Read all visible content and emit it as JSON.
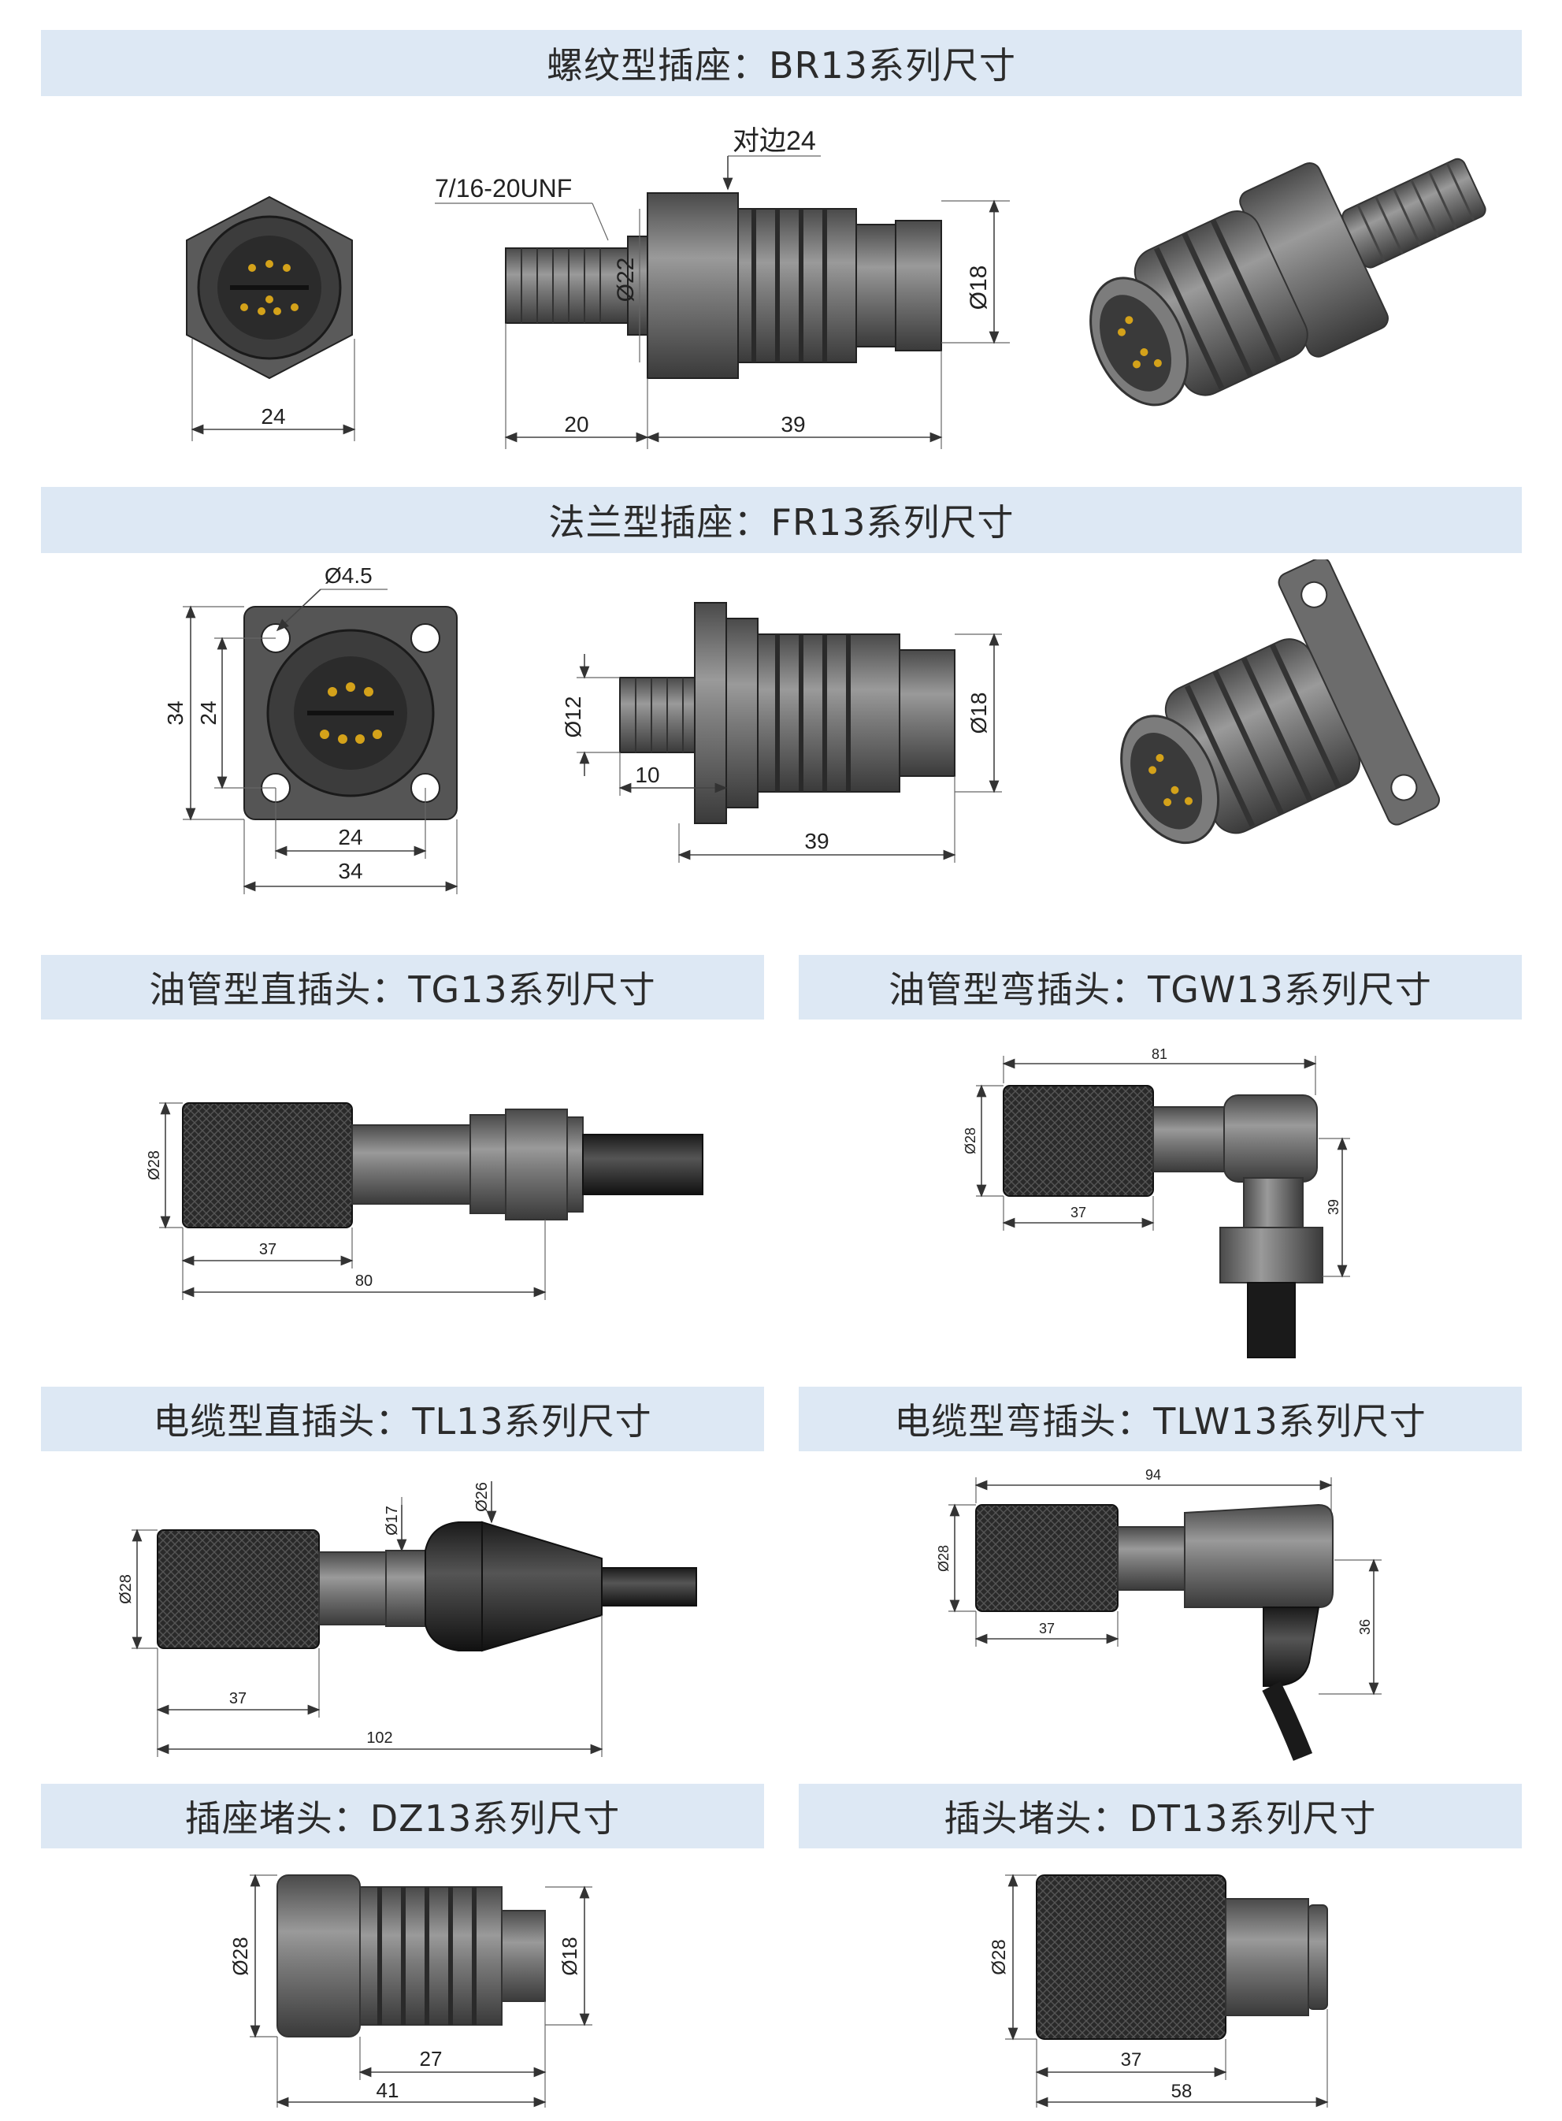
{
  "sections": {
    "br13": {
      "title": "螺纹型插座：BR13系列尺寸",
      "dims": {
        "hex_width": "24",
        "thread": "7/16-20UNF",
        "d22": "Ø22",
        "across_flats": "对边24",
        "d18": "Ø18",
        "len20": "20",
        "len39": "39"
      }
    },
    "fr13": {
      "title": "法兰型插座：FR13系列尺寸",
      "dims": {
        "hole": "Ø4.5",
        "outer_h": "34",
        "inner_h": "24",
        "inner_w": "24",
        "outer_w": "34",
        "d12": "Ø12",
        "d18": "Ø18",
        "len10": "10",
        "len39": "39"
      }
    },
    "tg13": {
      "title": "油管型直插头：TG13系列尺寸",
      "dims": {
        "d28": "Ø28",
        "len37": "37",
        "len80": "80"
      }
    },
    "tgw13": {
      "title": "油管型弯插头：TGW13系列尺寸",
      "dims": {
        "len81": "81",
        "d28": "Ø28",
        "len37": "37",
        "h39": "39"
      }
    },
    "tl13": {
      "title": "电缆型直插头：TL13系列尺寸",
      "dims": {
        "d28": "Ø28",
        "d17": "Ø17",
        "d26": "Ø26",
        "len37": "37",
        "len102": "102"
      }
    },
    "tlw13": {
      "title": "电缆型弯插头：TLW13系列尺寸",
      "dims": {
        "len94": "94",
        "d28": "Ø28",
        "len37": "37",
        "h36": "36"
      }
    },
    "dz13": {
      "title": "插座堵头：DZ13系列尺寸",
      "dims": {
        "d28": "Ø28",
        "d18": "Ø18",
        "len27": "27",
        "len41": "41"
      }
    },
    "dt13": {
      "title": "插头堵头：DT13系列尺寸",
      "dims": {
        "d28": "Ø28",
        "len37": "37",
        "len58": "58"
      }
    }
  },
  "colors": {
    "banner": "#dde8f4",
    "metal": "#6b6b6b",
    "knurl": "#2a2a2a",
    "pin": "#d4a21a"
  }
}
